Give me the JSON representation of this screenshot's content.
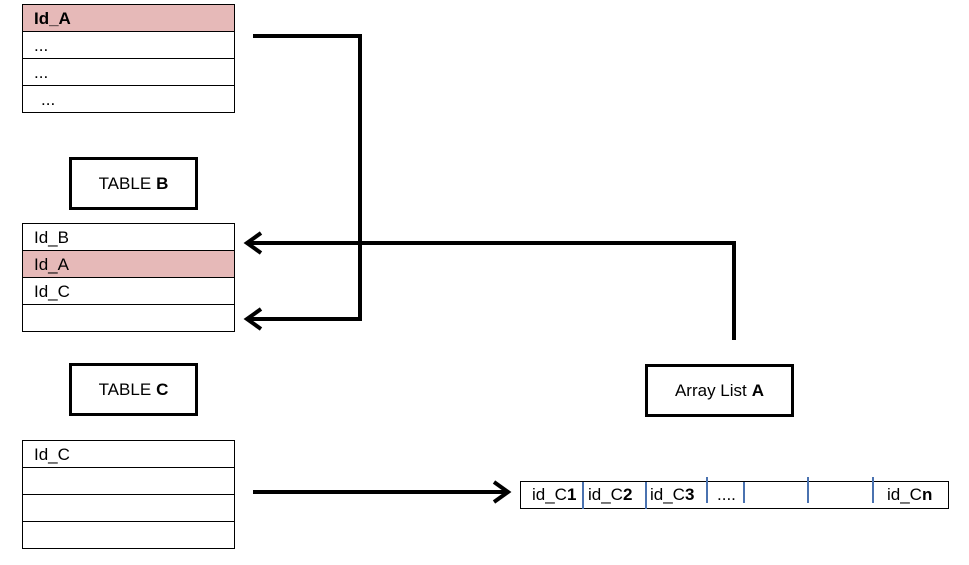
{
  "table_a": {
    "rows": [
      "Id_A",
      "...",
      "...",
      "..."
    ]
  },
  "table_b": {
    "title_prefix": "TABLE",
    "title_letter": "B",
    "rows": [
      "Id_B",
      "Id_A",
      "Id_C",
      ""
    ]
  },
  "table_c": {
    "title_prefix": "TABLE",
    "title_letter": "C",
    "rows": [
      "Id_C",
      "",
      "",
      ""
    ]
  },
  "array_list": {
    "title_prefix": "Array List",
    "title_letter": "A",
    "cells": [
      {
        "prefix": "id_C",
        "suffix": "1"
      },
      {
        "prefix": "id_C",
        "suffix": "2"
      },
      {
        "prefix": "id_C",
        "suffix": "3"
      },
      {
        "prefix": "....",
        "suffix": ""
      },
      {
        "prefix": "",
        "suffix": ""
      },
      {
        "prefix": "",
        "suffix": ""
      },
      {
        "prefix": "id_C",
        "suffix": "n"
      }
    ]
  },
  "colors": {
    "highlight": "#e6b9b8",
    "divider": "#4a72b0",
    "line": "#000000"
  }
}
